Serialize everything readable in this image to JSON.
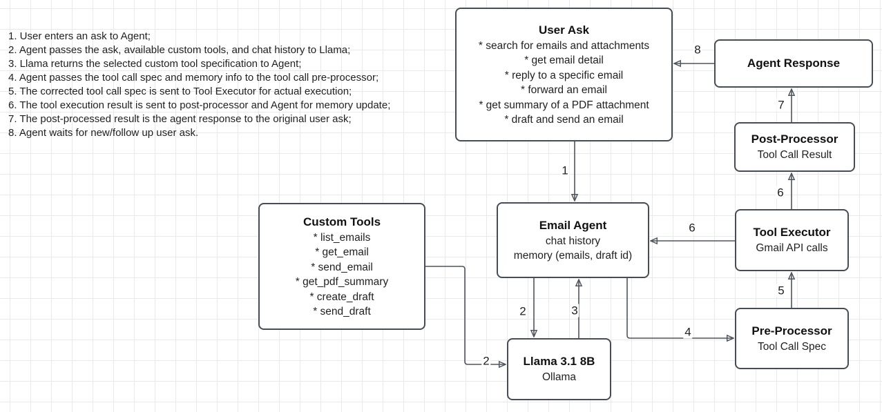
{
  "canvas": {
    "background_color": "#ffffff",
    "grid_color": "#e9e9e9",
    "stroke_color": "#4d545b"
  },
  "steps": [
    "1. User enters an ask to Agent;",
    "2. Agent passes the ask, available custom tools, and chat history to Llama;",
    "3. Llama returns the selected custom tool specification to Agent;",
    "4. Agent passes the tool call spec and memory info to the tool call pre-processor;",
    "5. The corrected tool call spec is sent to Tool Executor for actual execution;",
    "6. The tool execution result is sent to post-processor and Agent for memory update;",
    "7. The post-processed result is the agent response to the original user ask;",
    "8. Agent waits for new/follow up user ask."
  ],
  "nodes": {
    "user_ask": {
      "title": "User Ask",
      "lines": [
        "* search for emails and attachments",
        "* get email detail",
        "* reply to a specific email",
        "* forward an email",
        "* get summary of a PDF attachment",
        "* draft and send an email"
      ]
    },
    "agent_response": {
      "title": "Agent Response"
    },
    "post_processor": {
      "title": "Post-Processor",
      "subtitle": "Tool Call Result"
    },
    "tool_executor": {
      "title": "Tool Executor",
      "subtitle": "Gmail API calls"
    },
    "pre_processor": {
      "title": "Pre-Processor",
      "subtitle": "Tool Call Spec"
    },
    "email_agent": {
      "title": "Email Agent",
      "lines": [
        "chat history",
        "memory (emails, draft id)"
      ]
    },
    "custom_tools": {
      "title": "Custom Tools",
      "lines": [
        "* list_emails",
        "* get_email",
        "* send_email",
        "* get_pdf_summary",
        "* create_draft",
        "* send_draft"
      ]
    },
    "llama": {
      "title": "Llama 3.1 8B",
      "subtitle": "Ollama"
    }
  },
  "edges": {
    "userask_to_emailagent": {
      "label": "1"
    },
    "emailagent_to_llama": {
      "label": "2"
    },
    "customtools_to_llama": {
      "label": "2"
    },
    "llama_to_emailagent": {
      "label": "3"
    },
    "emailagent_to_preprocessor": {
      "label": "4"
    },
    "preprocessor_to_toolexecutor": {
      "label": "5"
    },
    "toolexecutor_to_postprocessor": {
      "label": "6"
    },
    "toolexecutor_to_emailagent": {
      "label": "6"
    },
    "postprocessor_to_agentresponse": {
      "label": "7"
    },
    "agentresponse_to_userask": {
      "label": "8"
    }
  }
}
